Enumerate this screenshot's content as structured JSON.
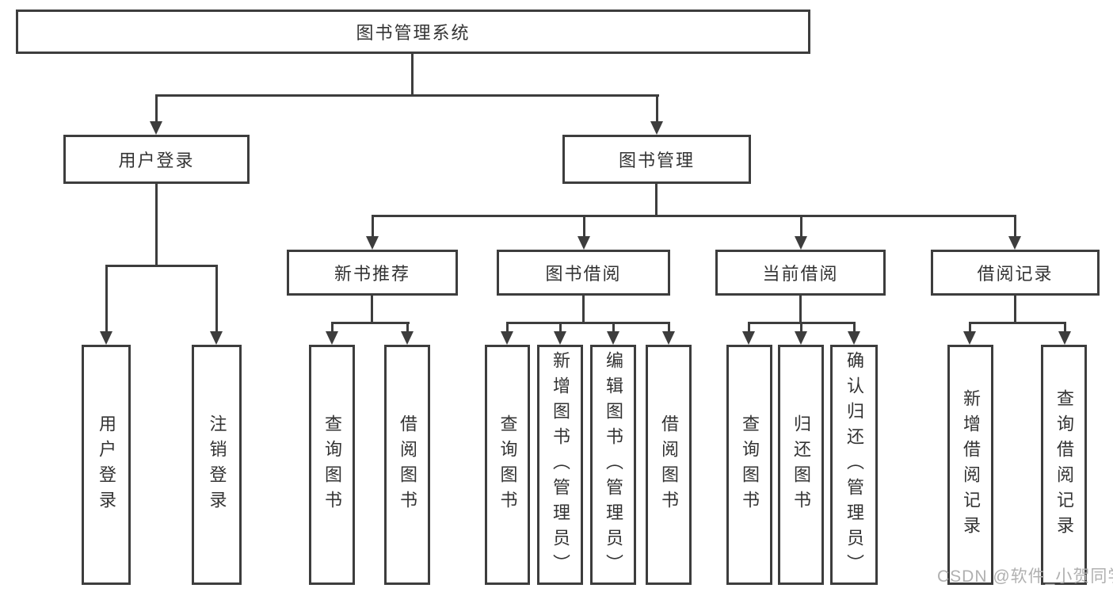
{
  "tree": {
    "root": {
      "label": "图书管理系统"
    },
    "user_login": {
      "label": "用户登录",
      "children": [
        {
          "label": "用户登录"
        },
        {
          "label": "注销登录"
        }
      ]
    },
    "book_management": {
      "label": "图书管理",
      "children": [
        {
          "label": "新书推荐",
          "children": [
            {
              "label": "查询图书"
            },
            {
              "label": "借阅图书"
            }
          ]
        },
        {
          "label": "图书借阅",
          "children": [
            {
              "label": "查询图书"
            },
            {
              "label": "新增图书（管理员）"
            },
            {
              "label": "编辑图书（管理员）"
            },
            {
              "label": "借阅图书"
            }
          ]
        },
        {
          "label": "当前借阅",
          "children": [
            {
              "label": "查询图书"
            },
            {
              "label": "归还图书"
            },
            {
              "label": "确认归还（管理员）"
            }
          ]
        },
        {
          "label": "借阅记录",
          "children": [
            {
              "label": "新增借阅记录"
            },
            {
              "label": "查询借阅记录"
            }
          ]
        }
      ]
    }
  },
  "watermark": {
    "text": "CSDN @软件_小贺同学"
  },
  "colors": {
    "line": "#3d3d3d",
    "text": "#333333",
    "background": "#ffffff",
    "watermark": "#b0b0b0"
  }
}
